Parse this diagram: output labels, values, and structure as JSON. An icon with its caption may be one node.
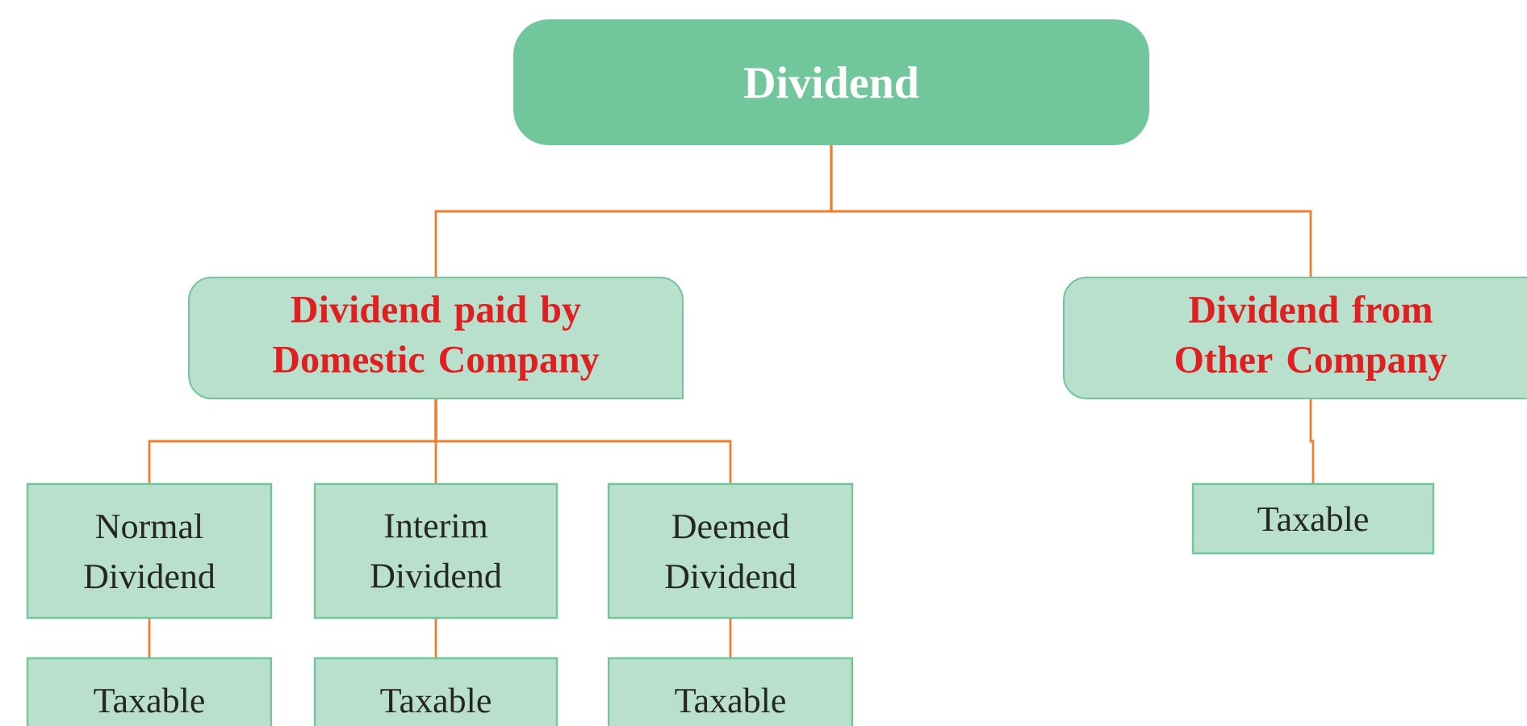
{
  "diagram": {
    "nodes": [
      {
        "text": [
          "Dividend"
        ]
      },
      {
        "text": [
          "Dividend paid by Domestic Company"
        ]
      },
      {
        "text": [
          "Dividend from Other Company"
        ]
      },
      {
        "text": [
          "Normal Dividend"
        ]
      },
      {
        "text": [
          "Interim Dividend"
        ]
      },
      {
        "text": [
          "Deemed Dividend"
        ]
      },
      {
        "text": [
          "Taxable"
        ]
      },
      {
        "text": [
          "Taxable"
        ]
      },
      {
        "text": [
          "Taxable"
        ]
      },
      {
        "text": [
          "Taxable"
        ]
      }
    ],
    "edges": [
      {
        "from": 0,
        "to": 1,
        "arrow": "none"
      },
      {
        "from": 0,
        "to": 2,
        "arrow": "none"
      },
      {
        "from": 1,
        "to": 3,
        "arrow": "none"
      },
      {
        "from": 1,
        "to": 4,
        "arrow": "none"
      },
      {
        "from": 1,
        "to": 5,
        "arrow": "none"
      },
      {
        "from": 2,
        "to": 6,
        "arrow": "none"
      },
      {
        "from": 3,
        "to": 7,
        "arrow": "none"
      },
      {
        "from": 4,
        "to": 8,
        "arrow": "none"
      },
      {
        "from": 5,
        "to": 9,
        "arrow": "none"
      }
    ]
  }
}
